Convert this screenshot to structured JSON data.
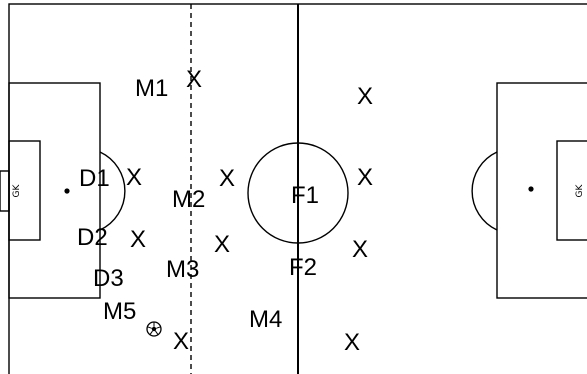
{
  "pitch": {
    "line_color": "#000000",
    "background": "#ffffff",
    "goalkeeper_labels": [
      "GK",
      "GK"
    ]
  },
  "players": [
    {
      "id": "m1",
      "label": "M1"
    },
    {
      "id": "d1",
      "label": "D1"
    },
    {
      "id": "m2",
      "label": "M2"
    },
    {
      "id": "d2",
      "label": "D2"
    },
    {
      "id": "m3",
      "label": "M3"
    },
    {
      "id": "d3",
      "label": "D3"
    },
    {
      "id": "m5",
      "label": "M5"
    },
    {
      "id": "m4",
      "label": "M4"
    },
    {
      "id": "f1",
      "label": "F1"
    },
    {
      "id": "f2",
      "label": "F2"
    }
  ],
  "opponents": {
    "marker": "X",
    "count": 10
  },
  "ball": {
    "icon": "soccer-ball-icon"
  }
}
